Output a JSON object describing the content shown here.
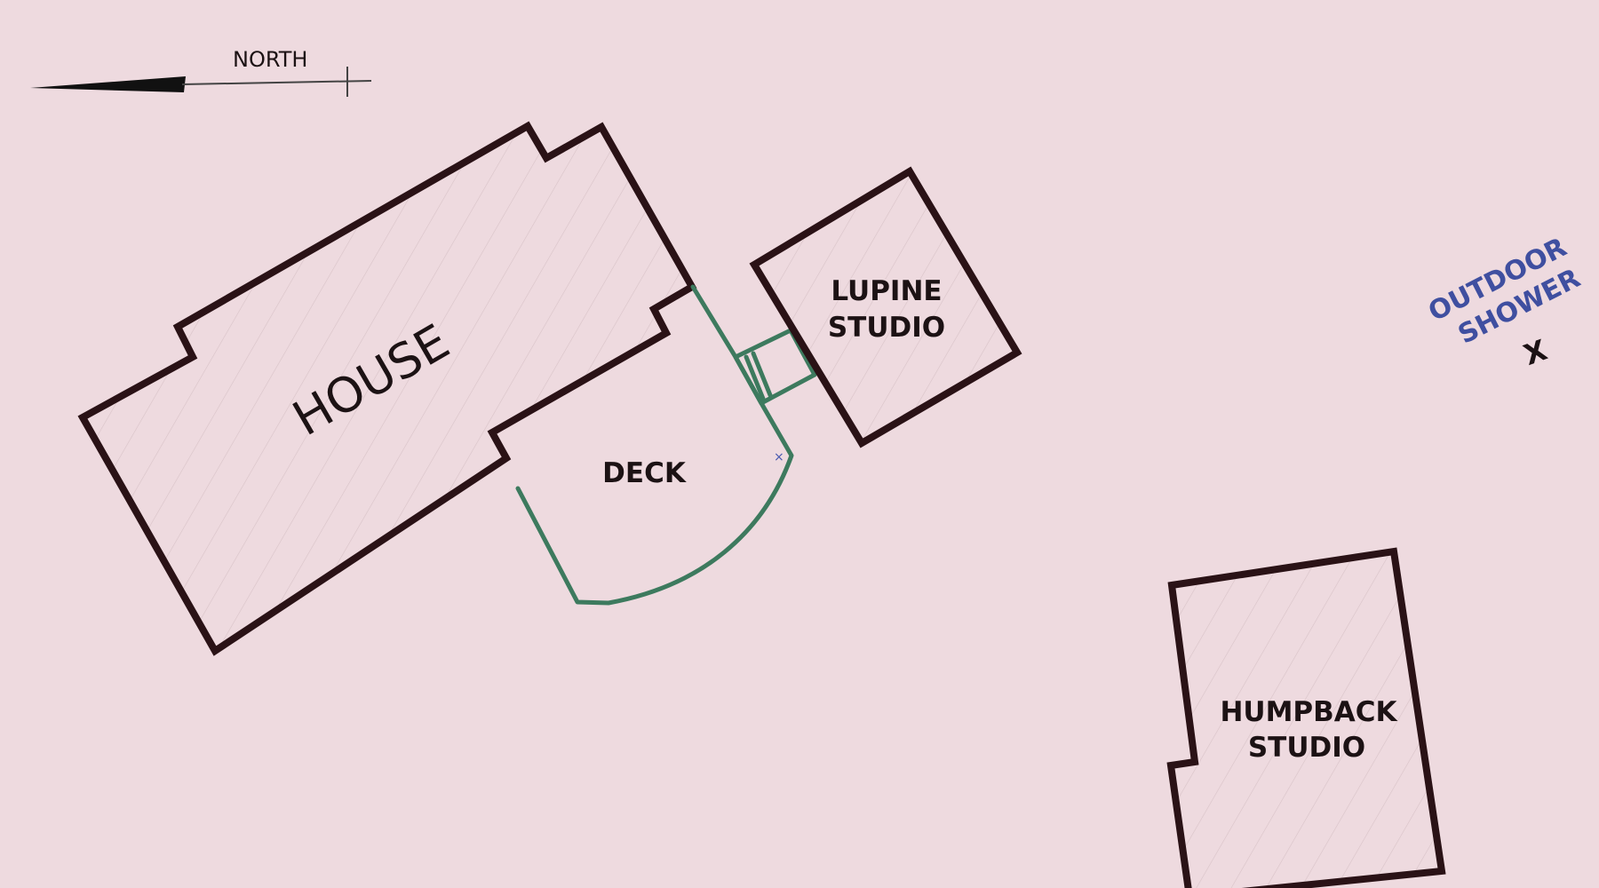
{
  "compass": {
    "label": "NORTH"
  },
  "buildings": {
    "house": {
      "label": "HOUSE"
    },
    "lupine": {
      "line1": "LUPINE",
      "line2": "STUDIO"
    },
    "humpback": {
      "line1": "HUMPBACK",
      "line2": "STUDIO"
    }
  },
  "deck": {
    "label": "DECK"
  },
  "outdoor_shower": {
    "line1": "OUTDOOR",
    "line2": "SHOWER",
    "marker": "X"
  },
  "colors": {
    "background": "#eedadf",
    "building_outline": "#2a1216",
    "deck_outline": "#3d7a5e",
    "shower_label": "#3f4fa0"
  }
}
